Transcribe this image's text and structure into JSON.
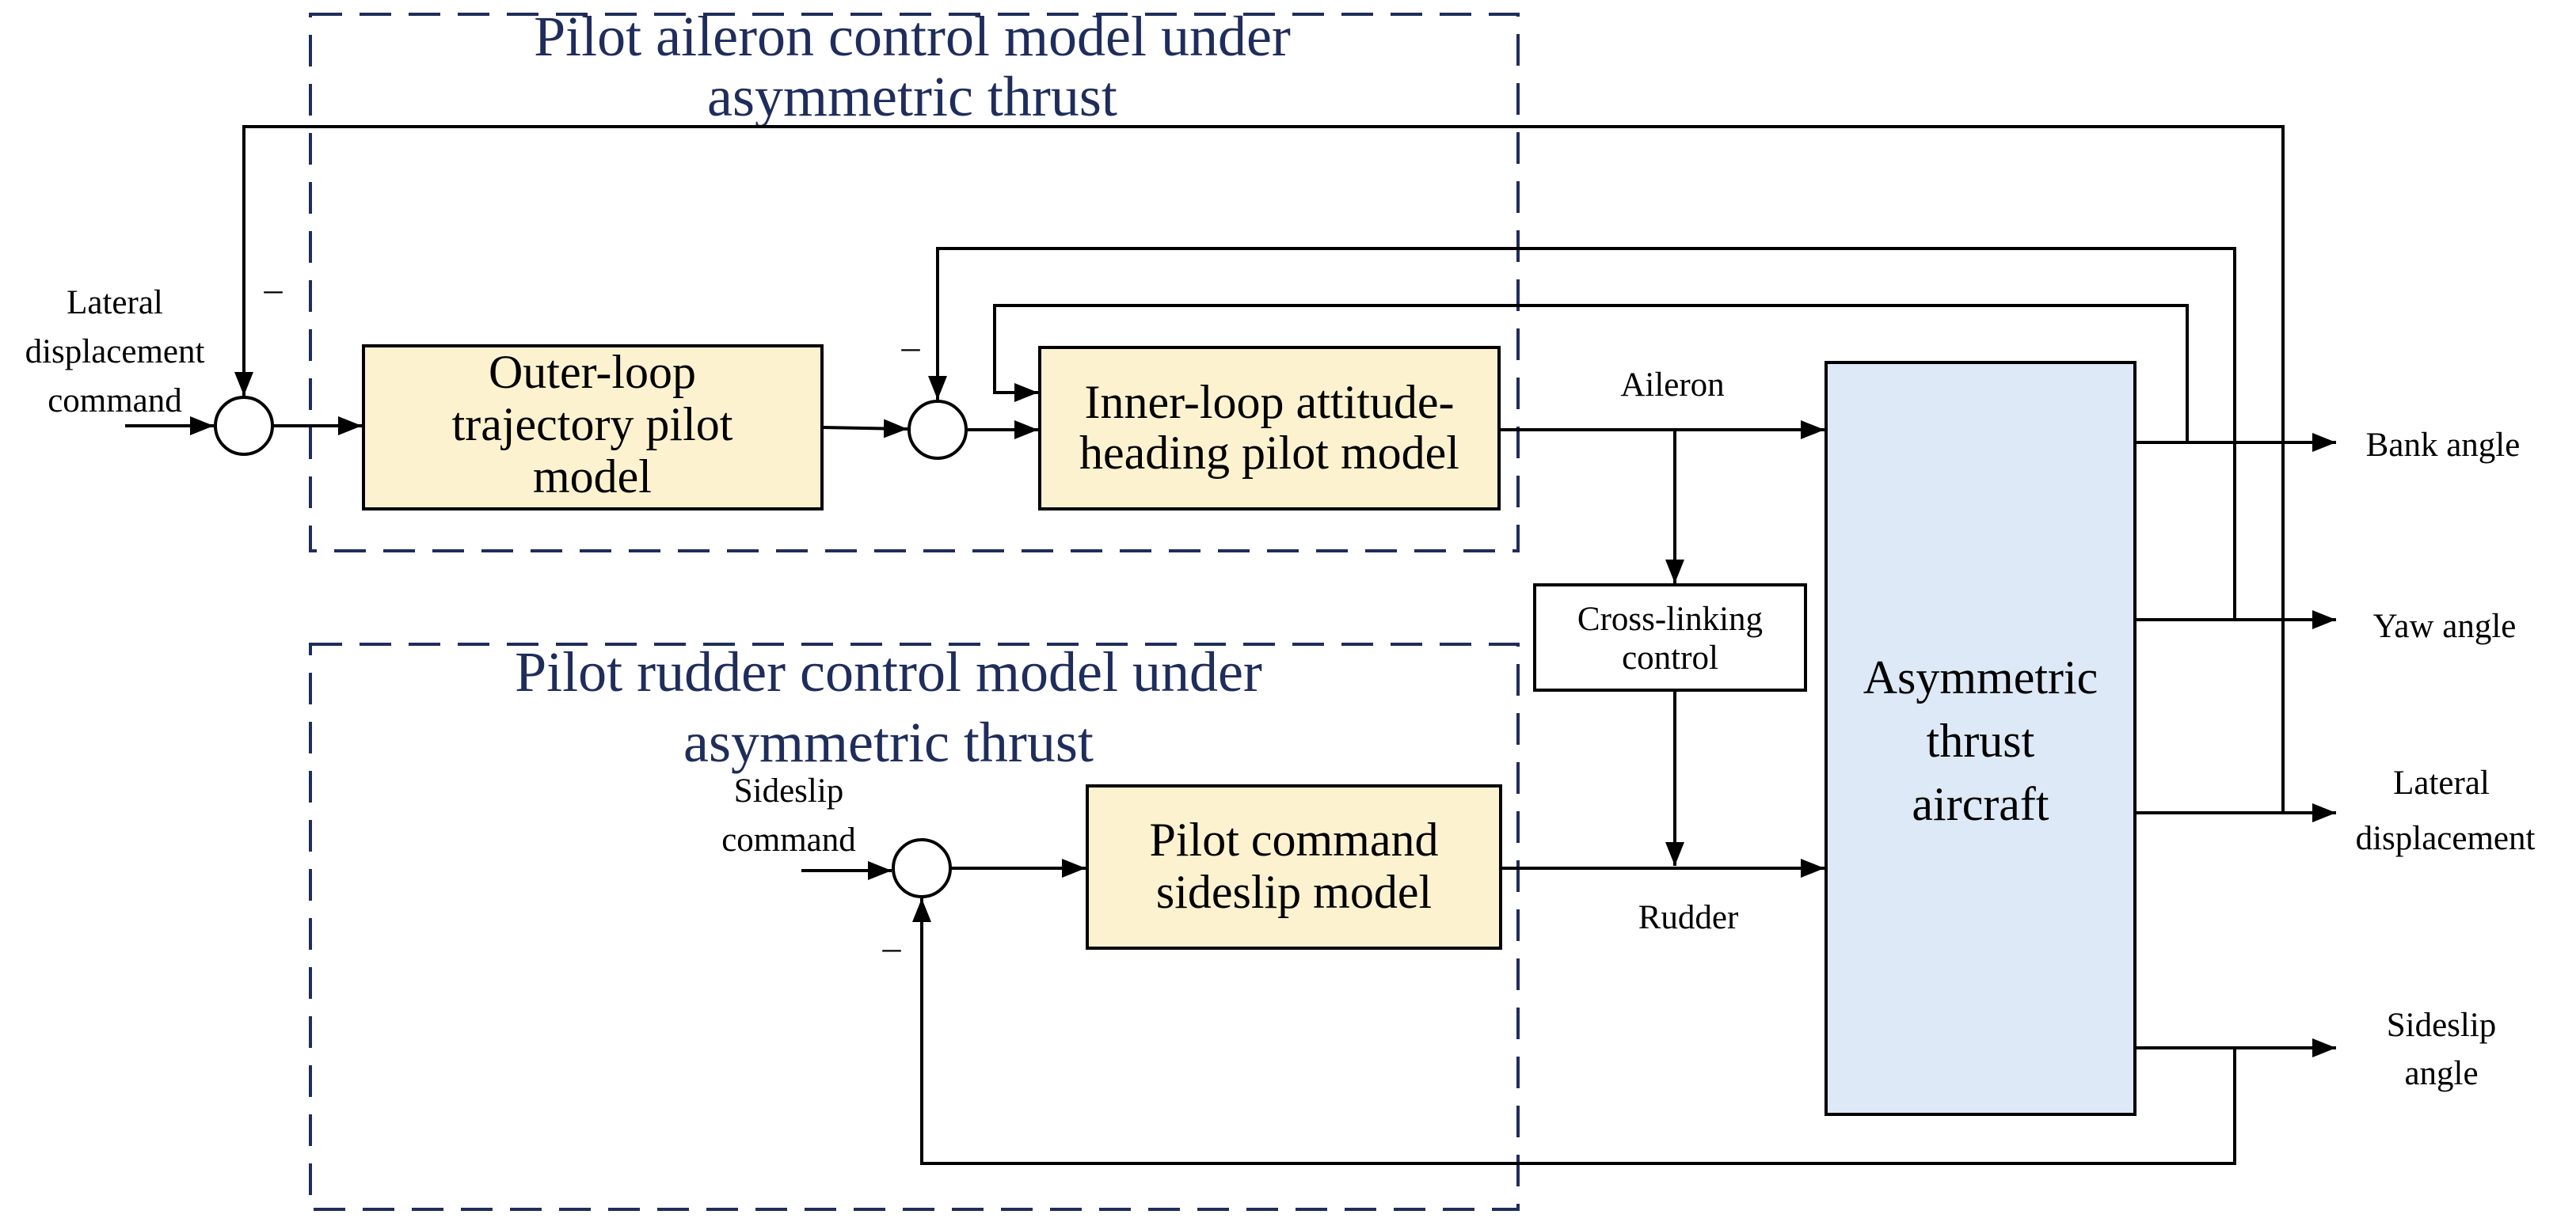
{
  "groups": {
    "aileron_title_1": "Pilot aileron control model under",
    "aileron_title_2": "asymmetric thrust",
    "rudder_title_1": "Pilot rudder control model under",
    "rudder_title_2": "asymmetric thrust"
  },
  "blocks": {
    "outer_loop": [
      "Outer-loop",
      "trajectory pilot",
      "model"
    ],
    "inner_loop": [
      "Inner-loop attitude-",
      "heading pilot model"
    ],
    "sideslip_model": [
      "Pilot command",
      "sideslip model"
    ],
    "cross_linking": [
      "Cross-linking",
      "control"
    ],
    "aircraft": [
      "Asymmetric",
      "thrust",
      "aircraft"
    ]
  },
  "inputs": {
    "lateral_cmd": [
      "Lateral",
      "displacement",
      "command"
    ],
    "sideslip_cmd": [
      "Sideslip",
      "command"
    ]
  },
  "signals": {
    "aileron": "Aileron",
    "rudder": "Rudder",
    "minus": "–"
  },
  "outputs": {
    "bank": "Bank angle",
    "yaw": "Yaw angle",
    "lateral": [
      "Lateral",
      "displacement"
    ],
    "sideslip": [
      "Sideslip",
      "angle"
    ]
  },
  "colors": {
    "block_fill": "#fdf2cf",
    "aircraft_fill": "#dde9f6",
    "group_border": "#1f2d5c"
  }
}
